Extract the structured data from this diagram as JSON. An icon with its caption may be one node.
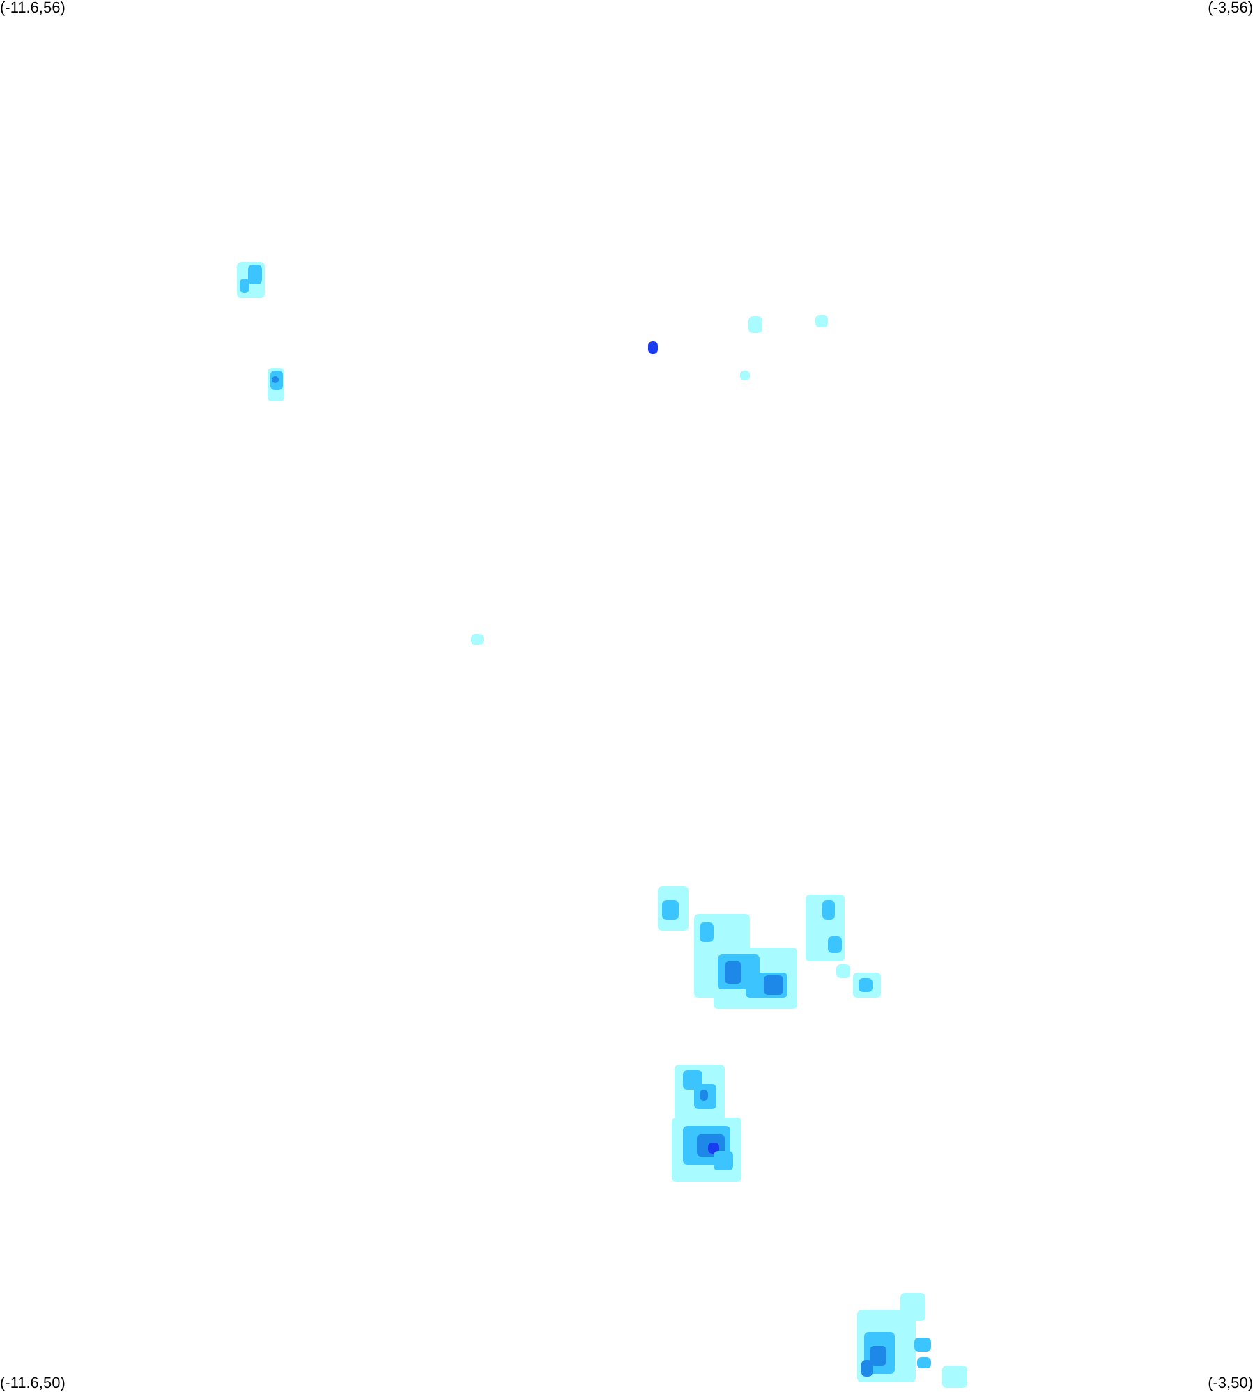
{
  "diagram": {
    "labels": [
      "(-11.6,56)",
      "(-3,56)",
      "(-11.6,50)",
      "(-3,50)"
    ]
  }
}
